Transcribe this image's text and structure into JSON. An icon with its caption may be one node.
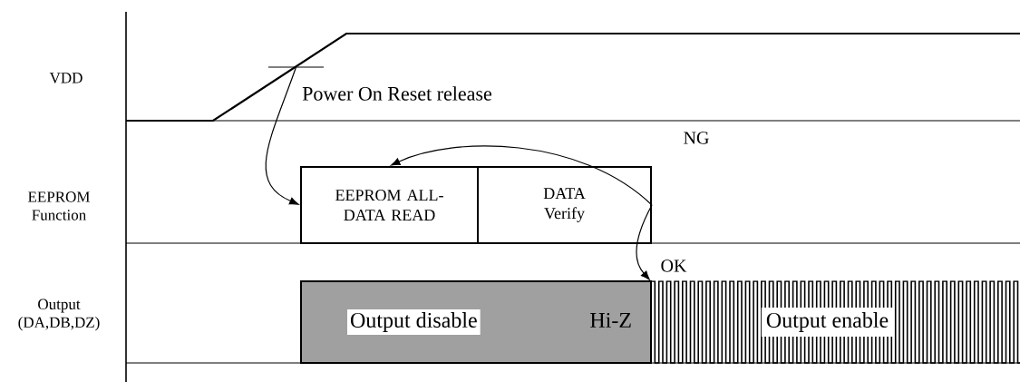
{
  "diagram": {
    "nodes": [
      {
        "text": [],
        "shape": "bar",
        "beside": [
          "Power On Reset  release"
        ]
      },
      {
        "text": [
          "EEPROM ALL-DATA READ"
        ]
      },
      {
        "text": [
          "DATA Verify"
        ]
      },
      {
        "text": [
          "Output disable",
          "Hi-Z"
        ]
      },
      {
        "text": [
          "Output enable"
        ]
      }
    ],
    "edges": [
      {
        "from": 0,
        "to": 1,
        "arrow": "to"
      },
      {
        "from": 2,
        "to": 1,
        "arrow": "to",
        "label": "NG"
      },
      {
        "from": 2,
        "to": 4,
        "arrow": "to",
        "label": "OK"
      }
    ],
    "labels": [
      "VDD",
      "EEPROM Function",
      "Output (DA,DB,DZ)"
    ]
  }
}
